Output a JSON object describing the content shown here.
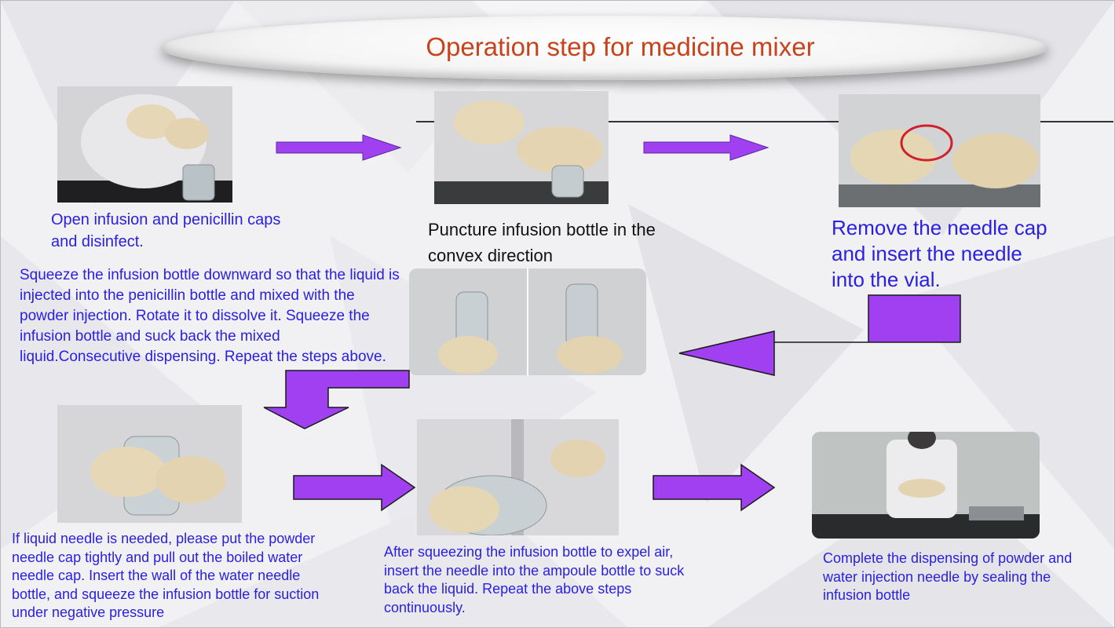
{
  "title": "Operation step for medicine mixer",
  "colors": {
    "title": "#c8431b",
    "step_text": "#2b20e0",
    "arrow_fill": "#a040f0",
    "arrow_stroke": "#5a2aa0"
  },
  "steps": [
    {
      "id": "step1",
      "text": "Open infusion and penicillin caps and disinfect."
    },
    {
      "id": "step2",
      "text": "Puncture infusion bottle in the convex direction"
    },
    {
      "id": "step3",
      "text": "Remove the needle cap and insert the needle into the vial."
    },
    {
      "id": "step4",
      "text": "Squeeze the infusion bottle downward so that the liquid is injected into the penicillin bottle and mixed with the powder injection. Rotate it to dissolve it. Squeeze the infusion bottle and suck back the mixed liquid.Consecutive dispensing. Repeat the steps above."
    },
    {
      "id": "step5",
      "text": "If liquid needle is needed, please put the powder needle cap tightly and pull out the boiled water needle cap. Insert the wall of the water needle bottle, and squeeze the infusion bottle for suction under negative pressure"
    },
    {
      "id": "step6",
      "text": "After squeezing the infusion bottle to expel air, insert the needle into the ampoule bottle to suck back the liquid. Repeat the above steps continuously."
    },
    {
      "id": "step7",
      "text": "Complete the dispensing of powder and water injection needle by sealing the infusion bottle"
    }
  ]
}
